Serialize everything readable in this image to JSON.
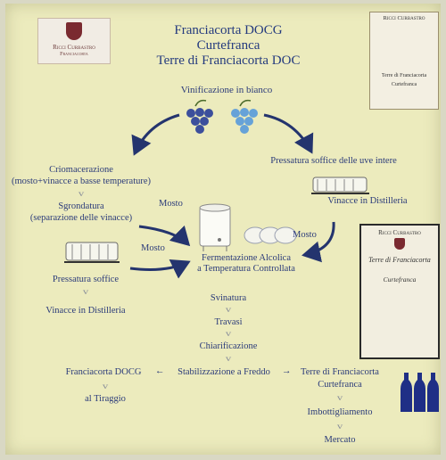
{
  "header": {
    "line1": "Franciacorta DOCG",
    "line2": "Curtefranca",
    "line3": "Terre di Franciacorta DOC"
  },
  "logo": {
    "name_line1": "Ricci Curbastro",
    "name_line2": "Franciacorta"
  },
  "label_top": {
    "brand": "Ricci Curbastro",
    "wine": "Terre di Franciacorta",
    "sub": "Curtefranca"
  },
  "label_mid": {
    "brand": "Ricci Curbastro",
    "wine": "Terre di Franciacorta",
    "sub": "Curtefranca"
  },
  "steps": {
    "vinificazione": "Vinificazione in bianco",
    "pressatura_intere": "Pressatura soffice delle uve intere",
    "vinacce_distilleria_right": "Vinacce in Distilleria",
    "criomacerazione": "Criomacerazione",
    "criomacerazione_note": "(mosto+vinacce a basse temperature)",
    "sgrondatura": "Sgrondatura",
    "sgrondatura_note": "(separazione delle vinacce)",
    "mosto_1": "Mosto",
    "mosto_2": "Mosto",
    "mosto_3": "Mosto",
    "fermentazione_1": "Fermentazione  Alcolica",
    "fermentazione_2": "a Temperatura Controllata",
    "pressatura_soffice": "Pressatura soffice",
    "vinacce_distilleria_left": "Vinacce in Distilleria",
    "svinatura": "Svinatura",
    "travasi": "Travasi",
    "chiarificazione": "Chiarificazione",
    "stabilizzazione": "Stabilizzazione a Freddo",
    "franciacorta_docg": "Franciacorta DOCG",
    "al_tiraggio": "al Tiraggio",
    "terre_franciacorta": "Terre di Franciacorta",
    "curtefranca": "Curtefranca",
    "imbottigliamento": "Imbottigliamento",
    "mercato": "Mercato",
    "arrow_left": "←",
    "arrow_right": "→"
  },
  "colors": {
    "text": "#2b3b7a",
    "arrow": "#24346e",
    "grapes_dark": "#3c4f9c",
    "grapes_light": "#66a2d8",
    "bottle": "#1f2f86"
  }
}
